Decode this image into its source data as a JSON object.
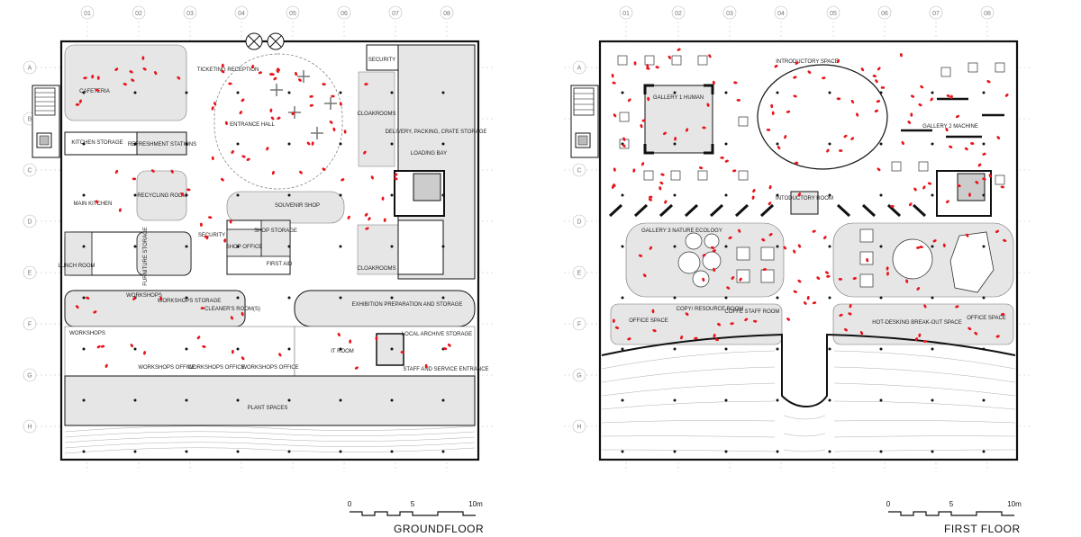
{
  "grid": {
    "columns": [
      "01",
      "02",
      "03",
      "04",
      "05",
      "06",
      "07",
      "08"
    ],
    "rows": [
      "A",
      "B",
      "C",
      "D",
      "E",
      "F",
      "G",
      "H"
    ]
  },
  "ground_floor": {
    "title": "GROUNDFLOOR",
    "rooms": {
      "cafeteria": "CAFETERIA",
      "ticketing": "TICKETING RECEPTION",
      "entrance_hall": "ENTRANCE HALL",
      "security_top": "SECURITY",
      "cloakrooms_top": "CLOAKROOMS",
      "delivery": "DELIVERY, PACKING, CRATE STORAGE",
      "loading_bay": "LOADING BAY",
      "kitchen_storage": "KITCHEN STORAGE",
      "refreshment": "REFRESHMENT STATIONS",
      "main_kitchen": "MAIN KITCHEN",
      "recycling": "RECYCLING ROOM",
      "souvenir_shop": "SOUVENIR SHOP",
      "shop_storage": "SHOP STORAGE",
      "shop_office": "SHOP OFFICE",
      "first_aid": "FIRST AID",
      "security_mid": "SECURITY",
      "cloakrooms_mid": "CLOAKROOMS",
      "lunch_room": "LUNCH ROOM",
      "furniture_storage": "FURNITURE STORAGE",
      "workshops_top": "WORKSHOPS",
      "workshops_storage": "WORKSHOPS STORAGE",
      "cleaners": "CLEANER'S ROOM(S)",
      "exhibition_prep": "EXHIBITION PREPARATION AND STORAGE",
      "workshops_left": "WORKSHOPS",
      "workshops_office_1": "WORKSHOPS OFFICE",
      "workshops_office_2": "WORKSHOPS OFFICE",
      "workshops_office_3": "WORKSHOPS OFFICE",
      "it_room": "IT ROOM",
      "archive": "LOCAL ARCHIVE STORAGE",
      "staff_entrance": "STAFF AND SERVICE ENTRANCE",
      "plant_spaces": "PLANT SPACES"
    }
  },
  "first_floor": {
    "title": "FIRST FLOOR",
    "rooms": {
      "intro_space": "INTRODUCTORY SPACE",
      "gallery1": "GALLERY 1 HUMAN",
      "gallery2": "GALLERY 2 MACHINE",
      "intro_room": "INTODUCTORY ROOM",
      "gallery3": "GALLERY 3 NATURE ECOLOGY",
      "office_left": "OFFICE SPACE",
      "copy_room": "COPY/ RESOURCE ROOM",
      "coffee_staff": "COFFE STAFF ROOM",
      "hot_desking": "HOT-DESKING BREAK-OUT SPACE",
      "office_right": "OFFICE SPACE"
    }
  },
  "scale_bar": {
    "t0": "0",
    "t5": "5",
    "t10": "10m"
  },
  "colors": {
    "room_fill": "#e6e6e6",
    "wall": "#111111",
    "accent_people": "#e8141b",
    "grid": "#bbbbbb"
  }
}
